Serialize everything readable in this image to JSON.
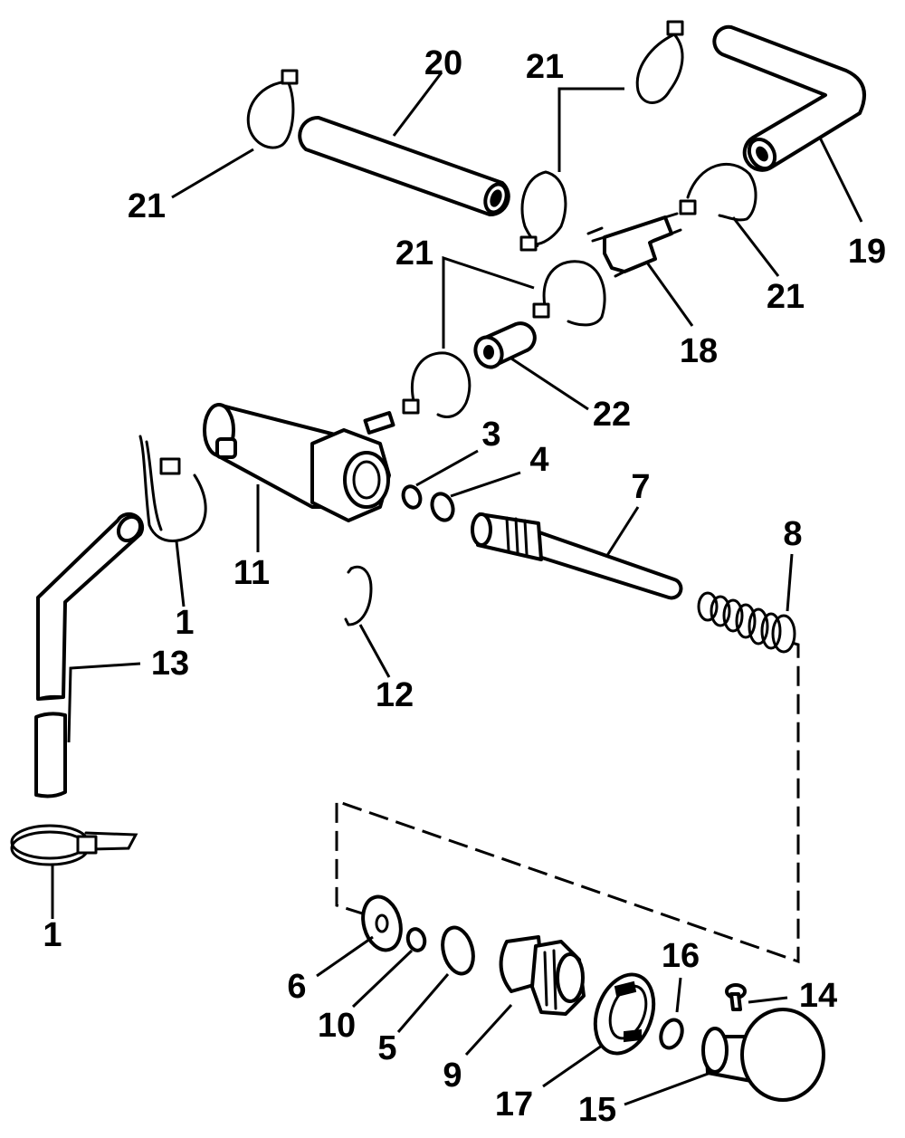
{
  "diagram": {
    "labels": {
      "p1a": "1",
      "p1b": "1",
      "p3": "3",
      "p4": "4",
      "p5": "5",
      "p6": "6",
      "p7": "7",
      "p8": "8",
      "p9": "9",
      "p10": "10",
      "p11": "11",
      "p12": "12",
      "p13": "13",
      "p14": "14",
      "p15": "15",
      "p16": "16",
      "p17": "17",
      "p18": "18",
      "p19": "19",
      "p20": "20",
      "p21a": "21",
      "p21b": "21",
      "p21c": "21",
      "p21d": "21",
      "p22": "22"
    }
  }
}
